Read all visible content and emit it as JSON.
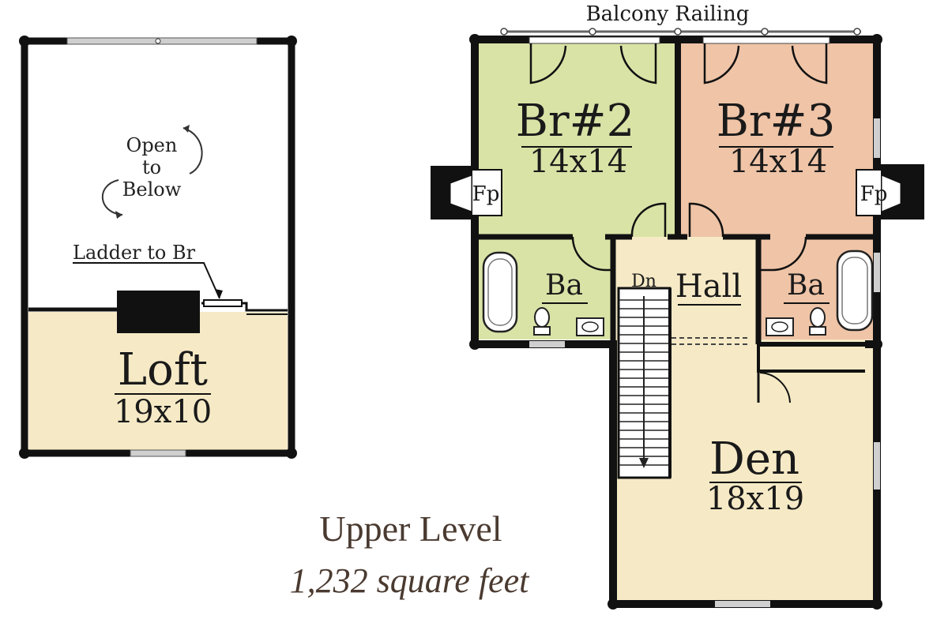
{
  "colors": {
    "wall": "#111111",
    "br2": "#d9e3a6",
    "br3": "#efc4a7",
    "cream": "#f6eac6",
    "stair": "#ffffff"
  },
  "loft_plan": {
    "open_to_below": [
      "Open",
      "to",
      "Below"
    ],
    "ladder_label": "Ladder to Br",
    "loft": {
      "name": "Loft",
      "dims": "19x10"
    }
  },
  "main_plan": {
    "balcony_label": "Balcony Railing",
    "br2": {
      "name": "Br#2",
      "dims": "14x14",
      "fp": "Fp",
      "bath": "Ba"
    },
    "br3": {
      "name": "Br#3",
      "dims": "14x14",
      "fp": "Fp",
      "bath": "Ba"
    },
    "hall": {
      "name": "Hall",
      "stair_label": "Dn"
    },
    "den": {
      "name": "Den",
      "dims": "18x19"
    }
  },
  "caption": {
    "title": "Upper Level",
    "subtitle": "1,232 square feet"
  }
}
